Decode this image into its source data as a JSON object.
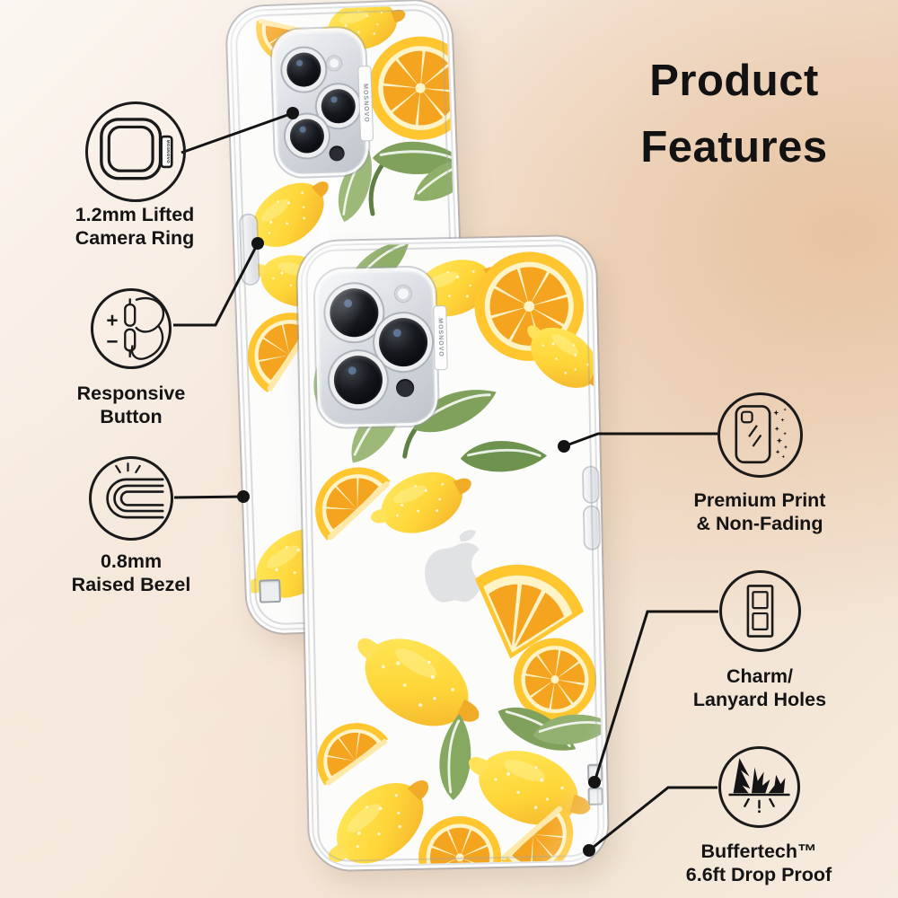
{
  "heading": "Product Features",
  "brand_logo": "MOSNOVO",
  "features": {
    "camera_ring": {
      "line1": "1.2mm Lifted",
      "line2": "Camera Ring"
    },
    "responsive_button": {
      "line1": "Responsive",
      "line2": "Button"
    },
    "raised_bezel": {
      "line1": "0.8mm",
      "line2": "Raised Bezel"
    },
    "premium_print": {
      "line1": "Premium Print",
      "line2": "& Non-Fading"
    },
    "lanyard_holes": {
      "line1": "Charm/",
      "line2": "Lanyard Holes"
    },
    "drop_proof": {
      "line1": "Buffertech™",
      "line2": "6.6ft Drop Proof"
    }
  },
  "icons": {
    "responsive_button": {
      "plus": "+",
      "minus": "−"
    }
  },
  "colors": {
    "background_peach": "#e7c3a2",
    "background_cream": "#f6ecdf",
    "lemon_rind": "#FFC630",
    "lemon_flesh": "#F5A41F",
    "lemon_body": "#FFD639",
    "leaf_green": "#7FA15C",
    "line_black": "#141414"
  }
}
